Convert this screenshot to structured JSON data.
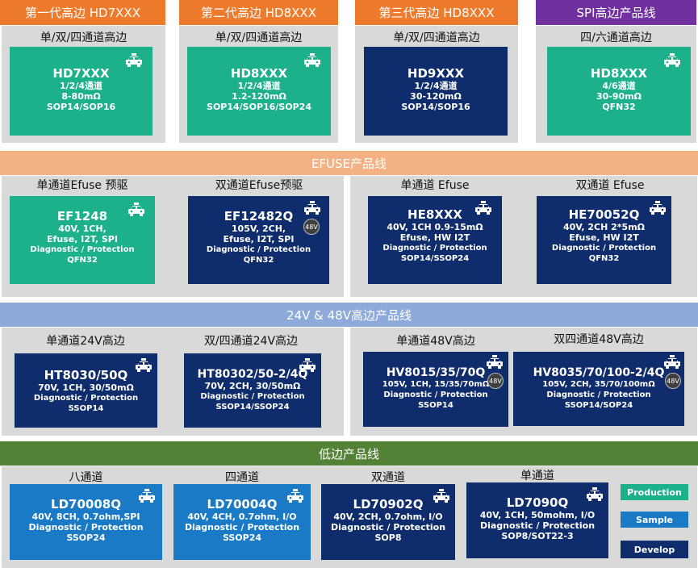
{
  "headers": {
    "gen1": "第一代高边 HD7XXX",
    "gen2": "第二代高边 HD8XXX",
    "gen3": "第三代高边 HD8XXX",
    "spi": "SPI高边产品线"
  },
  "top_subtitles": {
    "p1": "单/双/四通道高边",
    "p2": "单/双/四通道高边",
    "p3": "单/双/四通道高边",
    "p4": "四/六通道高边"
  },
  "top_cards": {
    "hd7": {
      "name": "HD7XXX",
      "l1": "1/2/4通道",
      "l2": "8-80mΩ",
      "l3": "SOP14/SOP16"
    },
    "hd8": {
      "name": "HD8XXX",
      "l1": "1/2/4通道",
      "l2": "1.2-120mΩ",
      "l3": "SOP14/SOP16/SOP24"
    },
    "hd9": {
      "name": "HD9XXX",
      "l1": "1/2/4通道",
      "l2": "30-120mΩ",
      "l3": "SOP14/SOP16"
    },
    "spi": {
      "name": "HD8XXX",
      "l1": "4/6通道",
      "l2": "30-90mΩ",
      "l3": "QFN32"
    }
  },
  "efuse": {
    "band": "EFUSE产品线",
    "sub1": "单通道Efuse 预驱",
    "sub2": "双通道Efuse预驱",
    "sub3": "单通道 Efuse",
    "sub4": "双通道 Efuse",
    "c1": {
      "name": "EF1248",
      "l1": "40V, 1CH,",
      "l2": "Efuse, I2T, SPI",
      "l3": "Diagnostic / Protection",
      "l4": "QFN32"
    },
    "c2": {
      "name": "EF12482Q",
      "l1": "105V, 2CH,",
      "l2": "Efuse, I2T, SPI",
      "l3": "Diagnostic / Protection",
      "l4": "QFN32"
    },
    "c3": {
      "name": "HE8XXX",
      "l1": "40V, 1CH  0.9-15mΩ",
      "l2": "Efuse, HW I2T",
      "l3": "Diagnostic / Protection",
      "l4": "SOP14/SSOP24"
    },
    "c4": {
      "name": "HE70052Q",
      "l1": "40V, 2CH 2*5mΩ",
      "l2": "Efuse, HW I2T",
      "l3": "Diagnostic / Protection",
      "l4": "QFN32"
    }
  },
  "hv": {
    "band": "24V & 48V高边产品线",
    "sub1": "单通道24V高边",
    "sub2": "双/四通道24V高边",
    "sub3": "单通道48V高边",
    "sub4": "双四通道48V高边",
    "c1": {
      "name": "HT8030/50Q",
      "l1": "70V, 1CH, 30/50mΩ",
      "l2": "Diagnostic / Protection",
      "l3": "SSOP14"
    },
    "c2": {
      "name": "HT80302/50-2/4Q",
      "l1": "70V, 2CH, 30/50mΩ",
      "l2": "Diagnostic / Protection",
      "l3": "SSOP14/SSOP24"
    },
    "c3": {
      "name": "HV8015/35/70Q",
      "l1": "105V, 1CH, 15/35/70mΩ",
      "l2": "Diagnostic / Protection",
      "l3": "SSOP14"
    },
    "c4": {
      "name": "HV8035/70/100-2/4Q",
      "l1": "105V, 2CH, 35/70/100mΩ",
      "l2": "Diagnostic / Protection",
      "l3": "SSOP14/SOP24"
    }
  },
  "low": {
    "band": "低边产品线",
    "sub1": "八通道",
    "sub2": "四通道",
    "sub3": "双通道",
    "sub4": "单通道",
    "c1": {
      "name": "LD70008Q",
      "l1": "40V, 8CH, 0.7ohm,SPI",
      "l2": "Diagnostic / Protection",
      "l3": "SSOP24"
    },
    "c2": {
      "name": "LD70004Q",
      "l1": "40V, 4CH, 0.7ohm, I/O",
      "l2": "Diagnostic / Protection",
      "l3": "SSOP24"
    },
    "c3": {
      "name": "LD70902Q",
      "l1": "40V, 2CH, 0.7ohm, I/O",
      "l2": "Diagnostic / Protection",
      "l3": "SOP8"
    },
    "c4": {
      "name": "LD7090Q",
      "l1": "40V, 1CH, 50mohm, I/O",
      "l2": "Diagnostic / Protection",
      "l3": "SOP8/SOT22-3"
    }
  },
  "badge_48v": "48V",
  "legend": {
    "production": "Production",
    "sample": "Sample",
    "develop": "Develop"
  },
  "colors": {
    "production": "#1db18b",
    "sample": "#1a7ac6",
    "develop": "#0f2d6d",
    "header_orange": "#ee7b2b",
    "header_purple": "#7030a0",
    "efuse_band": "#f4b183",
    "hv_band": "#8eaadb",
    "low_band": "#538135"
  },
  "icons": {
    "vehicle": "car-icon"
  }
}
